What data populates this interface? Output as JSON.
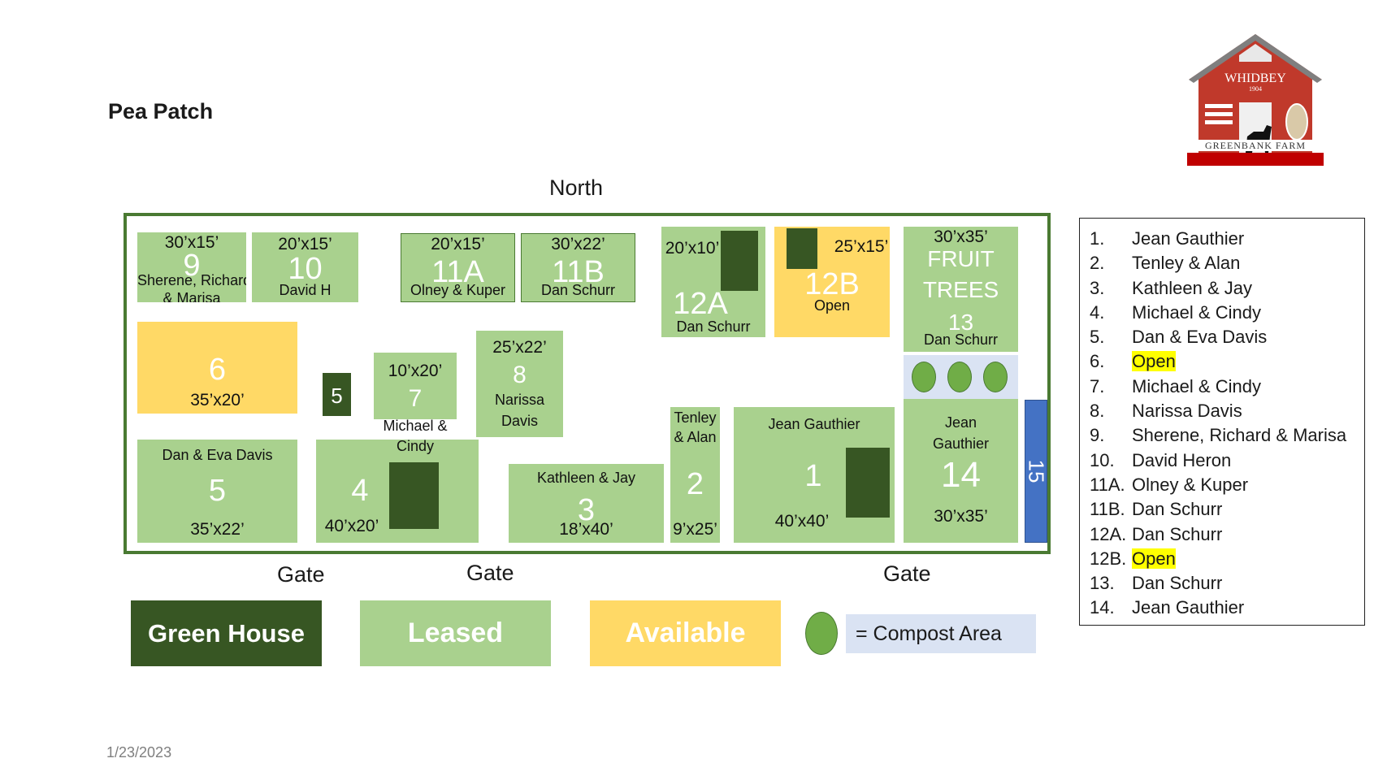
{
  "title": "Pea Patch",
  "north_label": "North",
  "gates": [
    "Gate",
    "Gate",
    "Gate"
  ],
  "date": "1/23/2023",
  "logo": {
    "top_text": "WHIDBEY",
    "year": "1904",
    "bottom_text": "GREENBANK FARM"
  },
  "colors": {
    "greenhouse": "#375623",
    "leased": "#a9d18e",
    "available": "#ffd966",
    "compost": "#70ad47",
    "compost_area": "#dae3f3",
    "border": "#4a7a32",
    "plot15": "#4472c4"
  },
  "plots": {
    "p9": {
      "dim": "30’x15’",
      "num": "9",
      "name": "Sherene, Richard",
      "name2": "& Marisa"
    },
    "p10": {
      "dim": "20’x15’",
      "num": "10",
      "name": "David H"
    },
    "p11a": {
      "dim": "20’x15’",
      "num": "11A",
      "name": "Olney & Kuper"
    },
    "p11b": {
      "dim": "30’x22’",
      "num": "11B",
      "name": "Dan Schurr"
    },
    "p12a": {
      "dim": "20’x10’",
      "num": "12A",
      "name": "Dan Schurr"
    },
    "p12b": {
      "dim": "25’x15’",
      "num": "12B",
      "name": "Open"
    },
    "p13": {
      "dim": "30’x35’",
      "label1": "FRUIT",
      "label2": "TREES",
      "num": "13",
      "name": "Dan Schurr"
    },
    "p6": {
      "num": "6",
      "dim": "35’x20’"
    },
    "gh5": {
      "num": "5"
    },
    "p7": {
      "dim": "10’x20’",
      "num": "7",
      "name": "Michael &",
      "name2": "Cindy"
    },
    "p8": {
      "dim": "25’x22’",
      "num": "8",
      "name": "Narissa",
      "name2": "Davis"
    },
    "p5": {
      "name": "Dan & Eva Davis",
      "num": "5",
      "dim": "35’x22’"
    },
    "p4": {
      "num": "4",
      "dim": "40’x20’"
    },
    "p3": {
      "name": "Kathleen & Jay",
      "num": "3",
      "dim": "18’x40’"
    },
    "p2": {
      "name": "Tenley",
      "name2": "& Alan",
      "num": "2",
      "dim": "9’x25’"
    },
    "p1": {
      "name": "Jean Gauthier",
      "num": "1",
      "dim": "40’x40’"
    },
    "p14": {
      "name": "Jean",
      "name2": "Gauthier",
      "num": "14",
      "dim": "30’x35’"
    },
    "p15": {
      "num": "15"
    }
  },
  "legend": {
    "greenhouse": "Green House",
    "leased": "Leased",
    "available": "Available",
    "compost": "= Compost Area"
  },
  "owners": [
    {
      "label": "1.",
      "name": "Jean Gauthier"
    },
    {
      "label": "2.",
      "name": "Tenley & Alan"
    },
    {
      "label": "3.",
      "name": "Kathleen & Jay"
    },
    {
      "label": "4.",
      "name": "Michael & Cindy"
    },
    {
      "label": "5.",
      "name": "Dan & Eva Davis"
    },
    {
      "label": "6.",
      "name": "Open"
    },
    {
      "label": "7.",
      "name": "Michael & Cindy"
    },
    {
      "label": "8.",
      "name": "Narissa Davis"
    },
    {
      "label": "9.",
      "name": "Sherene, Richard & Marisa"
    },
    {
      "label": "10.",
      "name": "David Heron"
    },
    {
      "label": "11A.",
      "name": "Olney & Kuper"
    },
    {
      "label": "11B.",
      "name": "Dan Schurr"
    },
    {
      "label": "12A.",
      "name": "Dan Schurr"
    },
    {
      "label": "12B.",
      "name": "Open"
    },
    {
      "label": "13.",
      "name": "Dan Schurr"
    },
    {
      "label": "14.",
      "name": "Jean Gauthier"
    }
  ]
}
